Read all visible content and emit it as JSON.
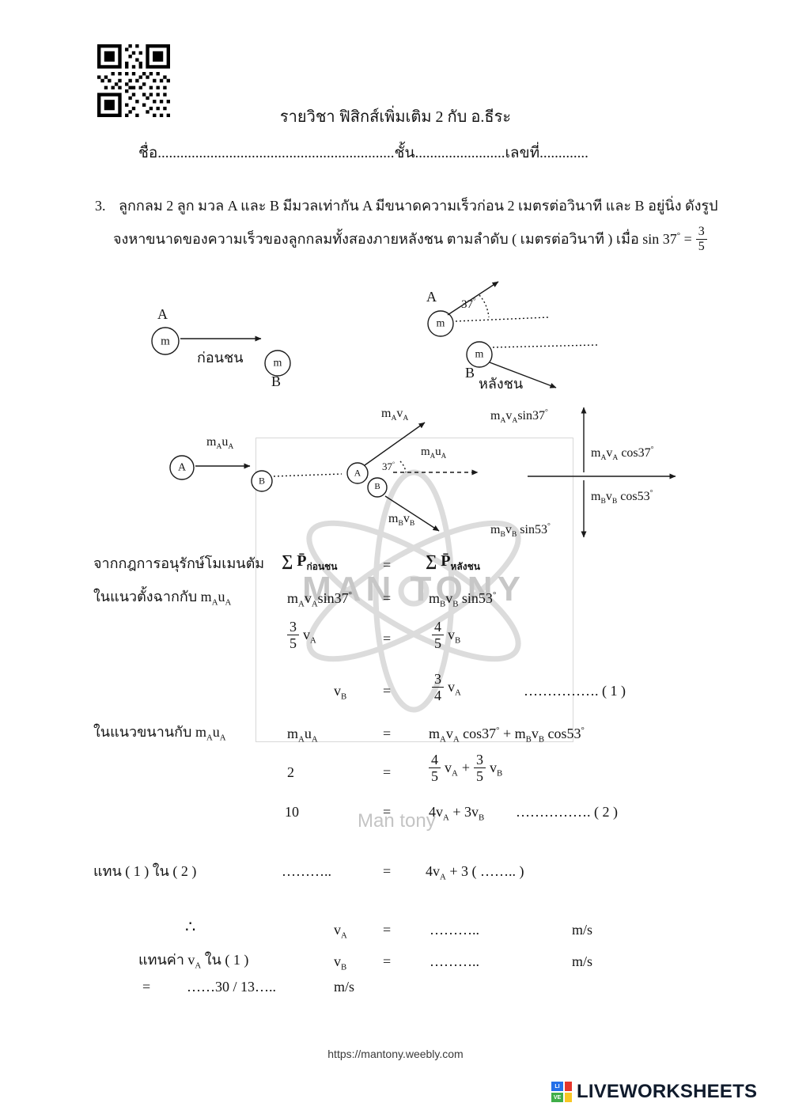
{
  "header": {
    "course_title": "รายวิชา ฟิสิกส์เพิ่มเติม 2 กับ อ.ธีระ",
    "name_line": "ชื่อ...............................................................ชั้น........................เลขที่............."
  },
  "problem": {
    "number": "3.",
    "line1": "ลูกกลม 2 ลูก มวล A และ B มีมวลเท่ากัน   A  มีขนาดความเร็วก่อน 2 เมตรต่อวินาที และ  B อยู่นิ่ง     ดังรูป",
    "line2": "จงหาขนาดของความเร็วของลูกกลมทั้งสองภายหลังชน  ตามลำดับ ( เมตรต่อวินาที )   เมื่อ sin 37^°^  =",
    "sin_fraction": {
      "num": "3",
      "den": "5"
    }
  },
  "diagram_before_after": {
    "label_a": "A",
    "ball_a_mass": "m",
    "before_label": "ก่อนชน",
    "ball_b_mass": "m",
    "label_b": "B",
    "after_label_a": "A",
    "after_ball_a_mass": "m",
    "angle": "37^°^",
    "after_ball_b_mass": "m",
    "after_label_b": "B",
    "after_label": "หลังชน"
  },
  "momentum_diagram": {
    "m_a_u_a_left": "m_A_u_A_",
    "ball_a": "A",
    "ball_b": "B",
    "m_a_v_a": "m_A_v_A_",
    "angle": "37^°^",
    "m_a_u_a_mid": "m_A_u_A_",
    "center_ball_a": "A",
    "center_ball_b": "B",
    "m_b_v_b": "m_B_v_B_",
    "m_a_v_a_sin": "m_A_v_A_sin37^°^",
    "m_a_v_a_cos": "m_A_v_A_ cos37^°^",
    "m_b_v_b_cos": "m_B_v_B_ cos53^°^",
    "m_b_v_b_sin": "m_B_v_B_ sin53^°^"
  },
  "equations": {
    "row1": {
      "label": "จากกฎการอนุรักษ์โมเมนตัม",
      "lhs": "∑ P̄_ก่อนชน_",
      "eq": "=",
      "rhs": "∑ P̄_หลังชน_"
    },
    "row2": {
      "label": "ในแนวตั้งฉากกับ m_A_u_A_",
      "lhs": "m_A_v_A_sin37^°^",
      "eq": "=",
      "rhs": "m_B_v_B_ sin53^°^"
    },
    "row3": {
      "lhs_frac": {
        "num": "3",
        "den": "5"
      },
      "lhs_var": "v_A_",
      "eq": "=",
      "rhs_frac": {
        "num": "4",
        "den": "5"
      },
      "rhs_var": "v_B_"
    },
    "row4": {
      "lhs": "v_B_",
      "eq": "=",
      "rhs_frac": {
        "num": "3",
        "den": "4"
      },
      "rhs_var": "v_A_",
      "dots": "……………. ( 1 )"
    },
    "row5": {
      "label": "ในแนวขนานกับ m_A_u_A_",
      "lhs": "m_A_u_A_",
      "eq": "=",
      "rhs": "m_A_v_A_ cos37^°^ + m_B_v_B_ cos53^°^"
    },
    "row6": {
      "lhs": "2",
      "eq": "=",
      "frac1": {
        "num": "4",
        "den": "5"
      },
      "var1": "v_A_",
      "plus": "+",
      "frac2": {
        "num": "3",
        "den": "5"
      },
      "var2": "v_B_"
    },
    "row7": {
      "lhs": "10",
      "eq": "=",
      "rhs": "4v_A_  + 3v_B_",
      "dots": "……………. ( 2 )"
    },
    "row8": {
      "label": "แทน ( 1 ) ใน ( 2 )",
      "lhs": "………..",
      "eq": "=",
      "rhs": "4v_A_ +  3 ( …….. )"
    },
    "row9": {
      "therefore": "∴",
      "lhs": "v_A_",
      "eq": "=",
      "rhs": "………..",
      "unit": "m/s"
    },
    "row10": {
      "label": "แทนค่า v_A_ ใน ( 1 )",
      "lhs": "v_B_",
      "eq": "=",
      "rhs": "………..",
      "unit": "m/s"
    },
    "row11": {
      "eq": "=",
      "value": "……30 / 13…..",
      "unit": "m/s"
    }
  },
  "watermark": {
    "main": "MAN TONY",
    "secondary": "Man tony"
  },
  "footer": {
    "url": "https://mantony.weebly.com"
  },
  "brand": {
    "name": "LIVEWORKSHEETS",
    "icon_li": "LI",
    "icon_ve": "VE",
    "colors": {
      "li_blue": "#2570e8",
      "red": "#e6352b",
      "ve_green": "#3fae49",
      "yellow": "#f8c724",
      "wordmark": "#101b2c"
    }
  }
}
